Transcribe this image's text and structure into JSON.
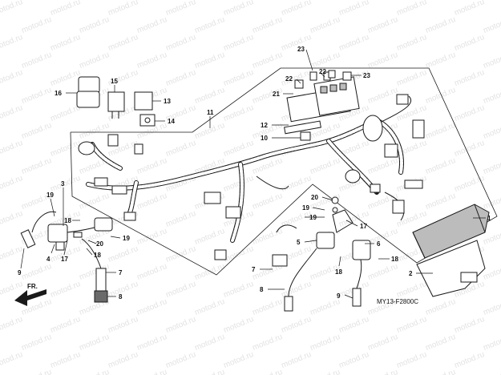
{
  "watermark": {
    "text": "motod.ru"
  },
  "diagram_code": "MY13-F2800C",
  "direction_label": "FR.",
  "part_numbers": {
    "p1": "1",
    "p2": "2",
    "p3": "3",
    "p4": "4",
    "p5": "5",
    "p6": "6",
    "p7a": "7",
    "p7b": "7",
    "p8a": "8",
    "p8b": "8",
    "p9a": "9",
    "p9b": "9",
    "p10": "10",
    "p11": "11",
    "p12": "12",
    "p13": "13",
    "p14": "14",
    "p15": "15",
    "p16": "16",
    "p17a": "17",
    "p17b": "17",
    "p18a": "18",
    "p18b": "18",
    "p18c": "18",
    "p18d": "18",
    "p19a": "19",
    "p19b": "19",
    "p19c": "19",
    "p19d": "19",
    "p20a": "20",
    "p20b": "20",
    "p21": "21",
    "p22a": "22",
    "p22b": "22",
    "p23a": "23",
    "p23b": "23"
  }
}
